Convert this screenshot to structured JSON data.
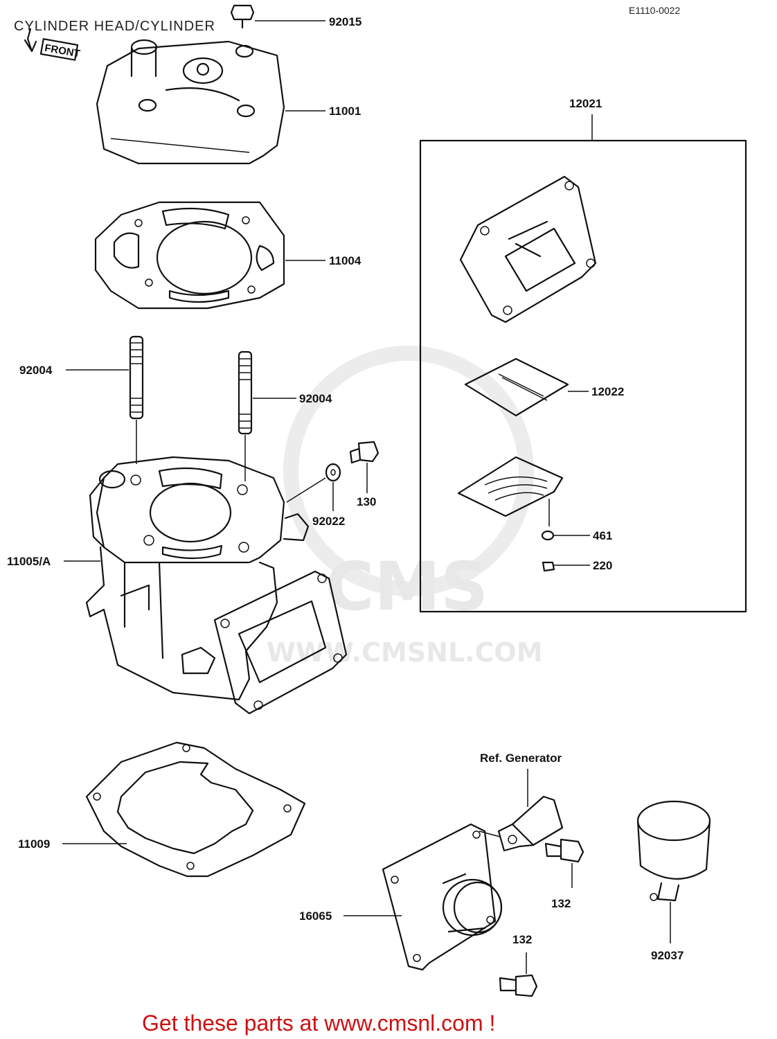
{
  "header": {
    "title": "CYLINDER HEAD/CYLINDER",
    "ref_code": "E1110-0022",
    "front_marker": "FRONT"
  },
  "parts": [
    {
      "id": "92015"
    },
    {
      "id": "11001"
    },
    {
      "id": "11004"
    },
    {
      "id": "92004"
    },
    {
      "id": "92004"
    },
    {
      "id": "130"
    },
    {
      "id": "92022"
    },
    {
      "id": "11005/A"
    },
    {
      "id": "12021"
    },
    {
      "id": "12022"
    },
    {
      "id": "461"
    },
    {
      "id": "220"
    },
    {
      "id": "11009"
    },
    {
      "id": "16065"
    },
    {
      "id": "132"
    },
    {
      "id": "132"
    },
    {
      "id": "92037"
    }
  ],
  "callouts": {
    "ref_generator": "Ref. Generator"
  },
  "watermark": {
    "brand": "CMS",
    "url": "WWW.CMSNL.COM"
  },
  "footer": {
    "text": "Get these parts at www.cmsnl.com !",
    "color": "#cc1111"
  }
}
